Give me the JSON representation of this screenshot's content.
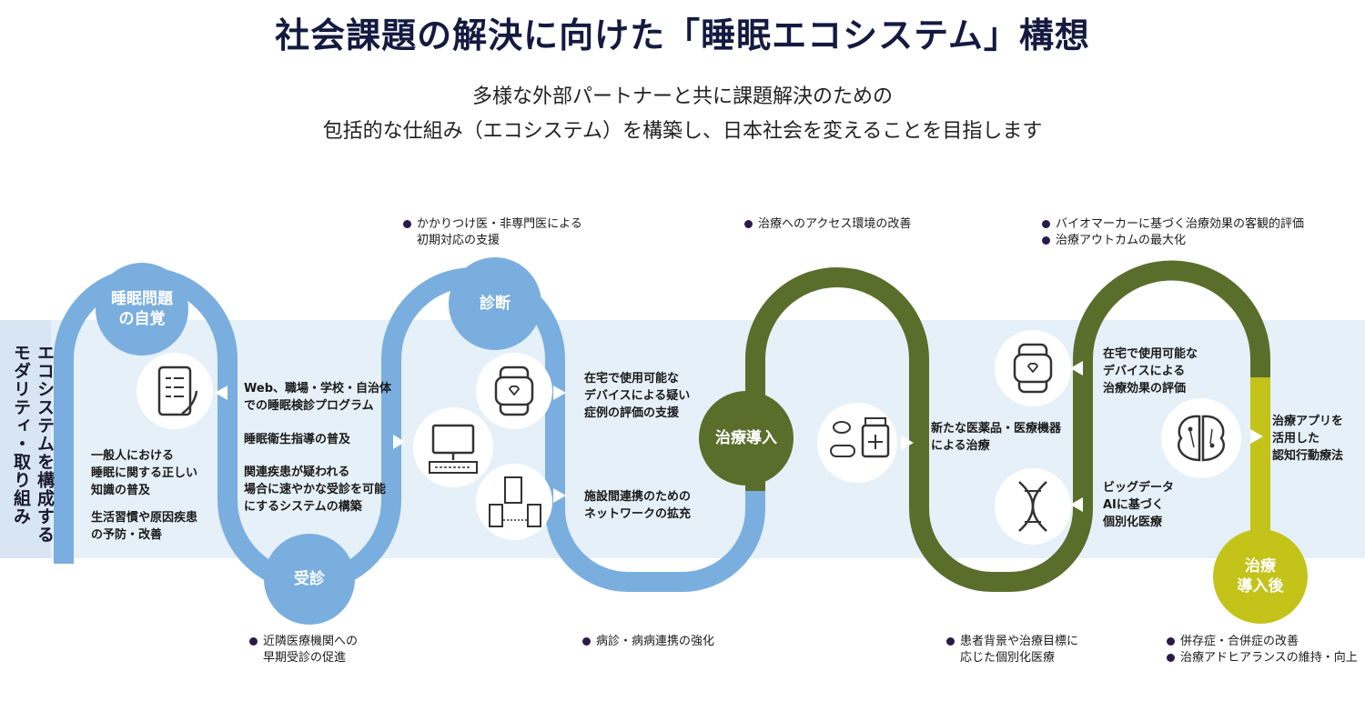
{
  "title": "社会課題の解決に向けた「睡眠エコシステム」構想",
  "subtitle_line1": "多様な外部パートナーと共に課題解決のための",
  "subtitle_line2": "包括的な仕組み（エコシステム）を構築し、日本社会を変えることを目指します",
  "side_label_line1": "エコシステムを構成する",
  "side_label_line2": "モダリティ・取り組み",
  "colors": {
    "light_blue": "#7aaedf",
    "green": "#5a6e2c",
    "yellow_green": "#c3c31a",
    "band": "#e6f0f8",
    "navy": "#141a40"
  },
  "nodes": {
    "awareness": "睡眠問題\nの自覚",
    "diagnosis": "診断",
    "consultation": "受診",
    "treatment_start": "治療導入",
    "post_treatment": "治療\n導入後"
  },
  "texts": {
    "awareness1": "一般人における\n睡眠に関する正しい\n知識の普及",
    "awareness2": "生活習慣や原因疾患\nの予防・改善",
    "checkup1": "Web、職場・学校・自治体\nでの睡眠検診プログラム",
    "checkup2": "睡眠衛生指導の普及",
    "checkup3": "関連疾患が疑われる\n場合に速やかな受診を可能\nにするシステムの構築",
    "device_eval": "在宅で使用可能な\nデバイスによる疑い\n症例の評価の支援",
    "network": "施設間連携のための\nネットワークの拡充",
    "new_drugs": "新たな医薬品・医療機器\nによる治療",
    "device_effect": "在宅で使用可能な\nデバイスによる\n治療効果の評価",
    "bigdata": "ビッグデータ\nAIに基づく\n個別化医療",
    "app_cbt": "治療アプリを\n活用した\n認知行動療法"
  },
  "notes": {
    "top1": [
      "かかりつけ医・非専門医による",
      "初期対応の支援"
    ],
    "top2": [
      "治療へのアクセス環境の改善"
    ],
    "top3a": [
      "バイオマーカーに基づく治療効果の客観的評価"
    ],
    "top3b": [
      "治療アウトカムの最大化"
    ],
    "bottom1": [
      "近隣医療機関への",
      "早期受診の促進"
    ],
    "bottom2": [
      "病診・病病連携の強化"
    ],
    "bottom3": [
      "患者背景や治療目標に",
      "応じた個別化医療"
    ],
    "bottom4a": [
      "併存症・合併症の改善"
    ],
    "bottom4b": [
      "治療アドヒアランスの維持・向上"
    ]
  },
  "icons": [
    "checklist-phone-icon",
    "computer-icon",
    "smartwatch-icon",
    "buildings-network-icon",
    "medicine-icon",
    "smartwatch-icon",
    "dna-icon",
    "brain-circuit-icon"
  ]
}
